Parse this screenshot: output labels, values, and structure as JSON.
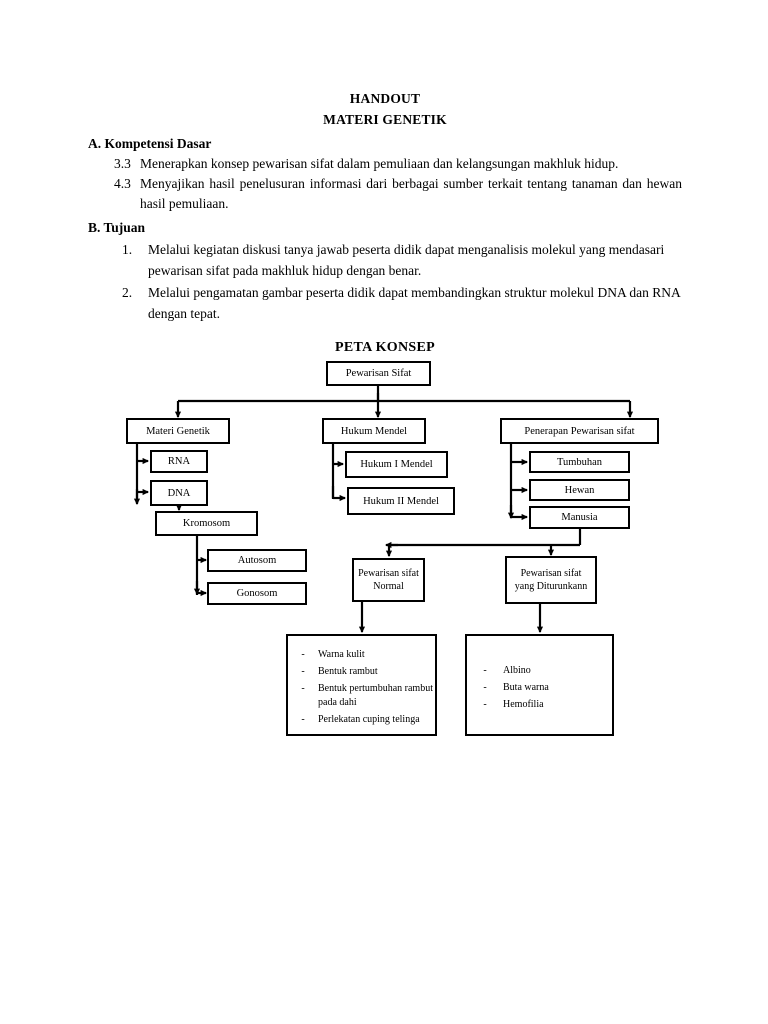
{
  "document": {
    "title_line1": "HANDOUT",
    "title_line2": "MATERI GENETIK",
    "sections": {
      "kompetensi_heading": "A. Kompetensi Dasar",
      "kd": [
        {
          "num": "3.3",
          "text": "Menerapkan konsep pewarisan sifat dalam pemuliaan dan kelangsungan makhluk hidup."
        },
        {
          "num": "4.3",
          "text": "Menyajikan hasil penelusuran informasi dari berbagai sumber terkait tentang tanaman dan hewan hasil pemuliaan."
        }
      ],
      "tujuan_heading": "B. Tujuan",
      "tujuan": [
        {
          "num": "1.",
          "text": "Melalui kegiatan diskusi tanya jawab peserta didik dapat menganalisis molekul yang mendasari pewarisan sifat pada makhluk hidup dengan benar."
        },
        {
          "num": "2.",
          "text": "Melalui pengamatan gambar peserta didik dapat membandingkan struktur molekul DNA dan RNA dengan tepat."
        }
      ],
      "peta_konsep_heading": "PETA KONSEP"
    }
  },
  "chart_data": {
    "type": "diagram",
    "title": "PETA KONSEP",
    "nodes": {
      "root": "Pewarisan Sifat",
      "materi_genetik": "Materi Genetik",
      "hukum_mendel": "Hukum Mendel",
      "penerapan": "Penerapan Pewarisan sifat",
      "rna": "RNA",
      "dna": "DNA",
      "kromosom": "Kromosom",
      "autosom": "Autosom",
      "gonosom": "Gonosom",
      "hukum_1": "Hukum I Mendel",
      "hukum_2": "Hukum II Mendel",
      "tumbuhan": "Tumbuhan",
      "hewan": "Hewan",
      "manusia": "Manusia",
      "sifat_normal": "Pewarisan sifat Normal",
      "sifat_diturunkan": "Pewarisan sifat yang Diturunkann"
    },
    "lists": {
      "normal_items": [
        "Warna kulit",
        "Bentuk rambut",
        "Bentuk pertumbuhan rambut pada dahi",
        "Perlekatan cuping telinga"
      ],
      "diturunkan_items": [
        "Albino",
        "Buta warna",
        "Hemofilia"
      ],
      "dash": "-"
    },
    "edges": [
      {
        "from": "root",
        "to": "materi_genetik"
      },
      {
        "from": "root",
        "to": "hukum_mendel"
      },
      {
        "from": "root",
        "to": "penerapan"
      },
      {
        "from": "materi_genetik",
        "to": "rna"
      },
      {
        "from": "materi_genetik",
        "to": "dna"
      },
      {
        "from": "dna",
        "to": "kromosom"
      },
      {
        "from": "kromosom",
        "to": "autosom"
      },
      {
        "from": "kromosom",
        "to": "gonosom"
      },
      {
        "from": "hukum_mendel",
        "to": "hukum_1"
      },
      {
        "from": "hukum_mendel",
        "to": "hukum_2"
      },
      {
        "from": "penerapan",
        "to": "tumbuhan"
      },
      {
        "from": "penerapan",
        "to": "hewan"
      },
      {
        "from": "penerapan",
        "to": "manusia"
      },
      {
        "from": "manusia",
        "to": "sifat_normal"
      },
      {
        "from": "manusia",
        "to": "sifat_diturunkan"
      },
      {
        "from": "sifat_normal",
        "to": "normal_items"
      },
      {
        "from": "sifat_diturunkan",
        "to": "diturunkan_items"
      }
    ],
    "colors": {
      "line": "#000000",
      "box_fill": "#ffffff",
      "text": "#000000"
    }
  }
}
